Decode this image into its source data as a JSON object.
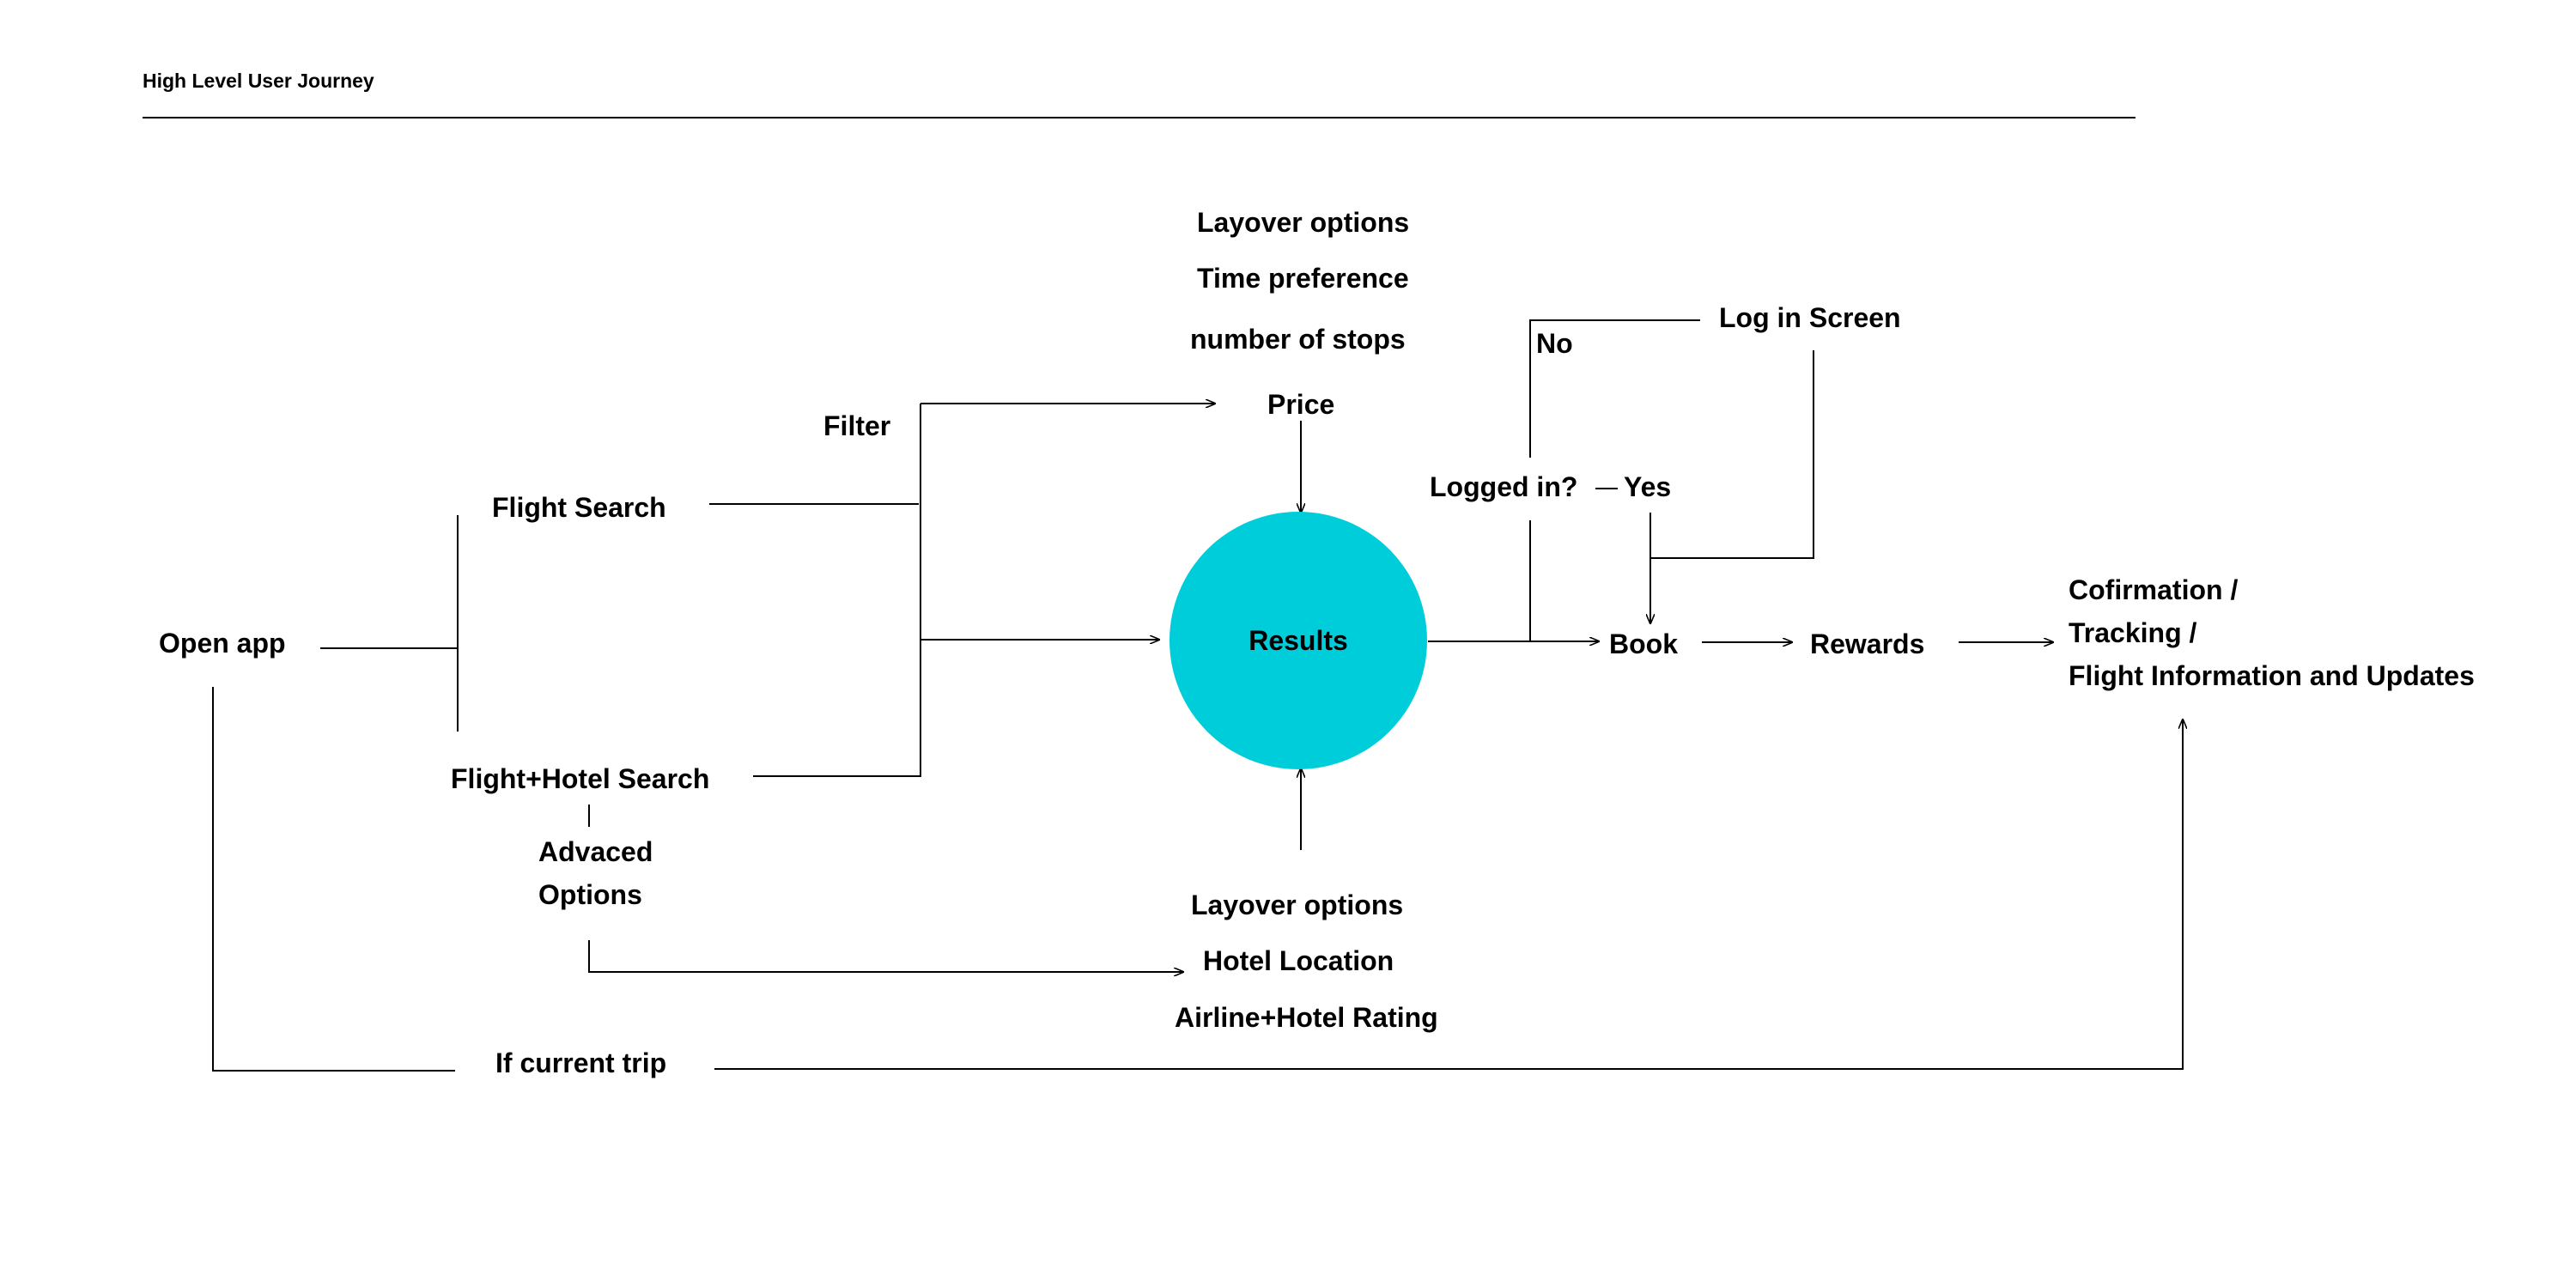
{
  "page_title": "High Level User Journey",
  "colors": {
    "results_fill": "#00CDDA",
    "line": "#000000",
    "background": "#FFFFFF"
  },
  "nodes": {
    "open_app": "Open app",
    "flight_search": "Flight Search",
    "flight_hotel_search": "Flight+Hotel Search",
    "advanced_options_line1": "Advaced",
    "advanced_options_line2": "Options",
    "if_current_trip": "If current trip",
    "filter": "Filter",
    "filter_layover": "Layover options",
    "filter_time": "Time preference",
    "filter_stops": "number of stops",
    "filter_price": "Price",
    "results": "Results",
    "adv_layover": "Layover options",
    "adv_hotel_location": "Hotel Location",
    "adv_rating": "Airline+Hotel Rating",
    "logged_in": "Logged in?",
    "yes": "Yes",
    "no": "No",
    "log_in_screen": "Log in Screen",
    "book": "Book",
    "rewards": "Rewards",
    "confirmation_line1": "Cofirmation /",
    "confirmation_line2": "Tracking /",
    "confirmation_line3": "Flight Information and Updates"
  }
}
